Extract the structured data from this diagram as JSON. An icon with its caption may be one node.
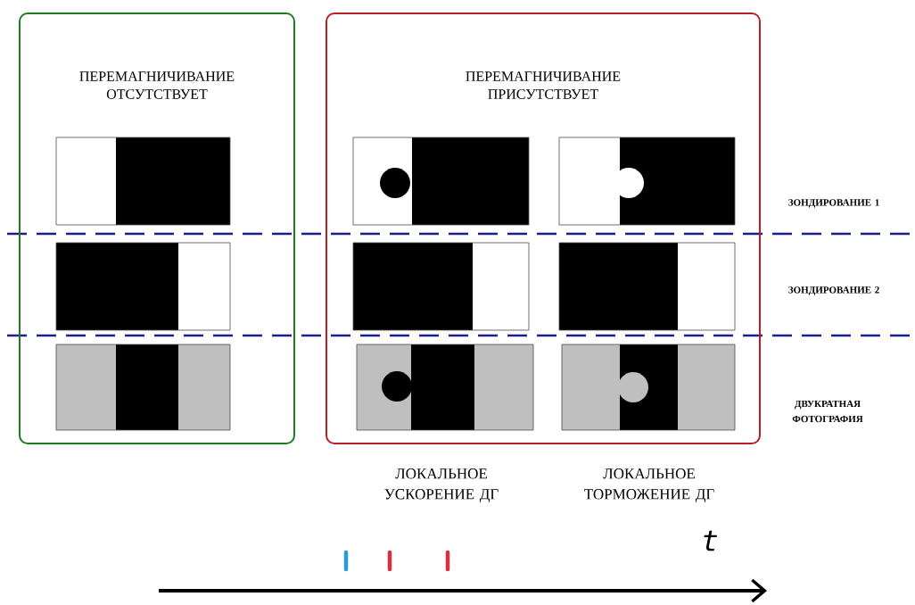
{
  "diagram": {
    "nodes": [
      {
        "text": [
          "ПЕРЕМАГНИЧИВАНИЕ ОТСУТСТВУЕТ"
        ]
      },
      {
        "text": [
          "ПЕРЕМАГНИЧИВАНИЕ ПРИСУТСТВУЕТ"
        ]
      }
    ],
    "labels": [
      "ЗОНДИРОВАНИЕ 1",
      "ЗОНДИРОВАНИЕ 2",
      "ДВУКРАТНАЯ ФОТОГРАФИЯ",
      "ЛОКАЛЬНОЕ УСКОРЕНИЕ ДГ",
      "ЛОКАЛЬНОЕ ТОРМОЖЕНИЕ ДГ",
      "t"
    ]
  }
}
